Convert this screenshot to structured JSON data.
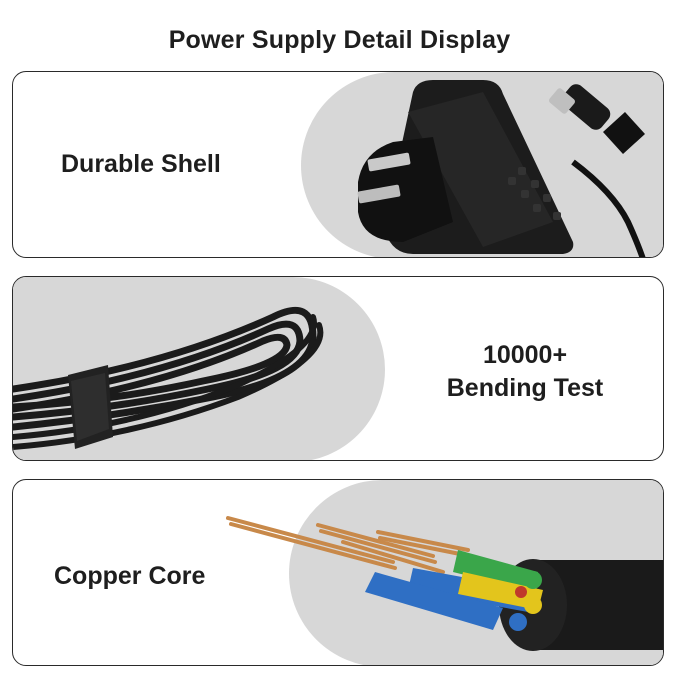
{
  "page": {
    "title": "Power Supply Detail Display"
  },
  "panels": [
    {
      "label": "Durable Shell",
      "image": "power-adapter-plug"
    },
    {
      "label_line1": "10000+",
      "label_line2": "Bending Test",
      "image": "coiled-cable"
    },
    {
      "label": "Copper Core",
      "image": "cable-cross-section"
    }
  ],
  "colors": {
    "text": "#1e1e1e",
    "border": "#2a2a2a",
    "blob": "#d7d7d7",
    "adapter": "#1c1c1c",
    "copper": "#c8894a",
    "wire_green": "#3aa64a",
    "wire_yellow": "#e3c51c",
    "wire_blue": "#2f6fc4",
    "wire_red": "#c0392b"
  }
}
